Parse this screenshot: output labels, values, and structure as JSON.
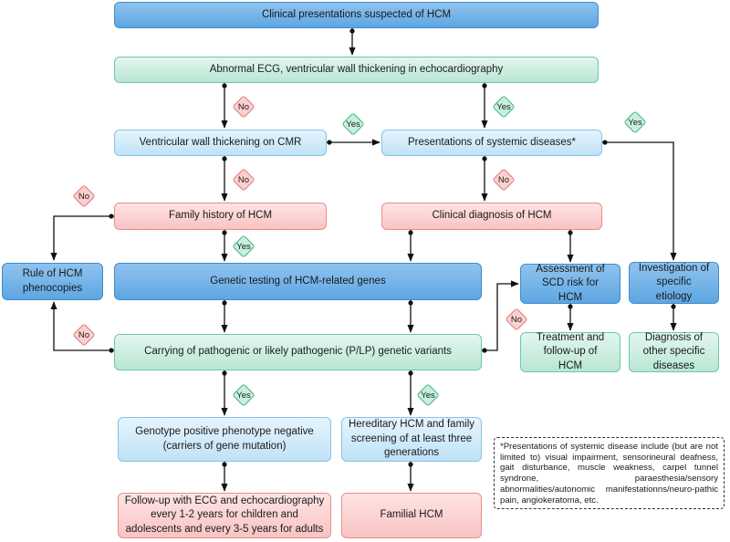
{
  "boxes": {
    "clinical_presentations": "Clinical presentations suspected of HCM",
    "abnormal_ecg": "Abnormal ECG, ventricular wall thickening in echocardiography",
    "wall_thickening_cmr": "Ventricular wall thickening on CMR",
    "systemic_diseases": "Presentations of systemic diseases*",
    "family_history": "Family history of HCM",
    "clinical_diagnosis": "Clinical diagnosis of HCM",
    "rule_phenocopies": "Rule of HCM phenocopies",
    "genetic_testing": "Genetic testing of HCM-related genes",
    "scd_risk": "Assessment of SCD risk for HCM",
    "investigation": "Investigation of specific etiology",
    "carrying_variants": "Carrying of pathogenic or likely pathogenic (P/LP) genetic variants",
    "treatment": "Treatment and follow-up of HCM",
    "other_diagnosis": "Diagnosis of other specific diseases",
    "genotype_positive": "Genotype positive phenotype negative (carriers of gene mutation)",
    "hereditary_hcm": "Hereditary HCM and family screening of at least three generations",
    "followup_ecg": "Follow-up with ECG and echocardiography every 1-2 years for children and adolescents and every 3-5 years for adults",
    "familial_hcm": "Familial HCM"
  },
  "tags": {
    "yes": "Yes",
    "no": "No"
  },
  "footnote": "*Presentations of systemic disease include (but are not limited to) visual impairment, sensorineural deafness, gait disturbance, muscle weakness, carpel tunnel syndrone, paraesthesia/sensory abnormalities/autonomic manifestationns/neuro-pathic pain, angiokeratoma, etc.",
  "colors": {
    "dark_blue": "#5ea6e2",
    "light_blue": "#bfe2f7",
    "green": "#b9e6d3",
    "pink": "#f9c3c3",
    "yes_tag": "#3fb37e",
    "no_tag": "#e07a7a"
  }
}
